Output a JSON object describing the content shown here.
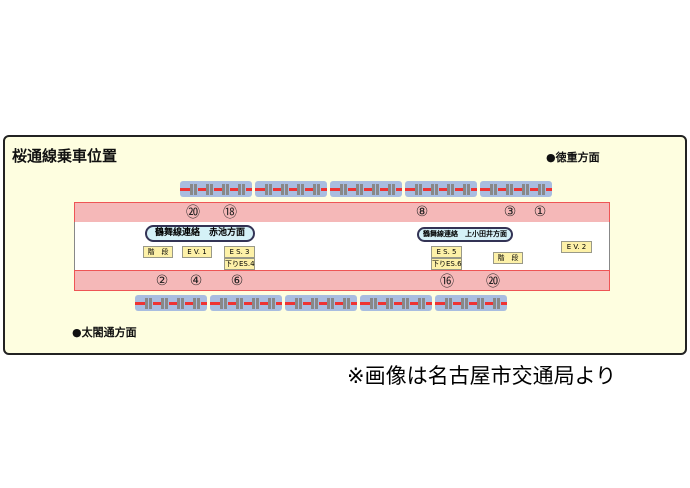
{
  "title": "桜通線乗車位置",
  "direction_top": "●徳重方面",
  "direction_bottom": "●太閤通方面",
  "top_positions": [
    "⑳",
    "⑱",
    "⑧",
    "③",
    "①"
  ],
  "bottom_positions": [
    "②",
    "④",
    "⑥",
    "⑯",
    "⑳"
  ],
  "connection_left": "鶴舞線連絡　赤池方面",
  "connection_right": "鶴舞線連絡　上小田井方面",
  "facilities": {
    "stairs_left": "階　段",
    "ev1": "E V. 1",
    "es3": "E S. 3",
    "es4": "下りES.4",
    "es5": "E S. 5",
    "es6": "下りES.6",
    "stairs_right": "階　段",
    "ev2": "E V. 2"
  },
  "caption": "※画像は名古屋市交通局より"
}
